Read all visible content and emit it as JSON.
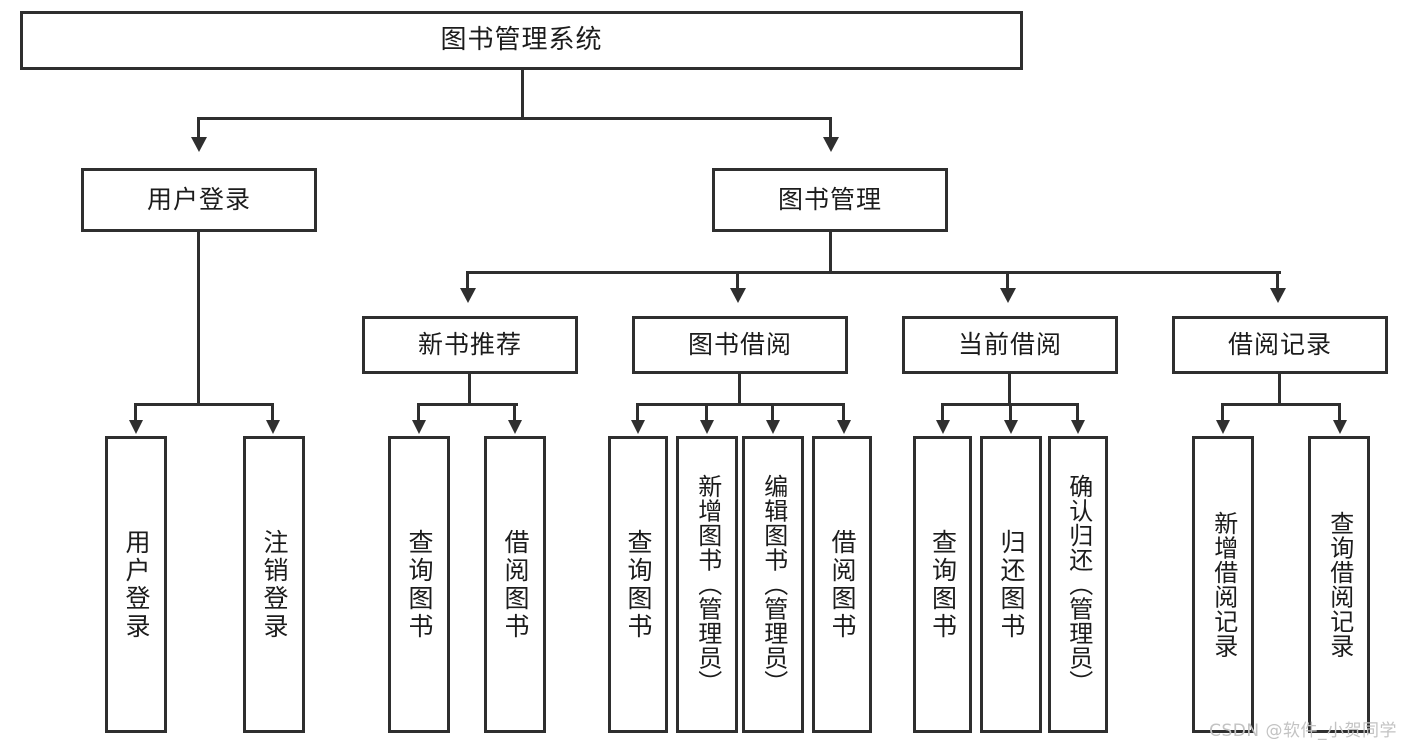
{
  "diagram": {
    "title": "图书管理系统",
    "type": "hierarchy-tree",
    "levels": 4,
    "nodes": {
      "root": "图书管理系统",
      "level2": [
        {
          "label": "用户登录"
        },
        {
          "label": "图书管理"
        }
      ],
      "level3": [
        {
          "label": "新书推荐"
        },
        {
          "label": "图书借阅"
        },
        {
          "label": "当前借阅"
        },
        {
          "label": "借阅记录"
        }
      ],
      "leaves": [
        {
          "label": "用户登录",
          "parent": "用户登录"
        },
        {
          "label": "注销登录",
          "parent": "用户登录"
        },
        {
          "label": "查询图书",
          "parent": "新书推荐"
        },
        {
          "label": "借阅图书",
          "parent": "新书推荐"
        },
        {
          "label": "查询图书",
          "parent": "图书借阅"
        },
        {
          "label": "新增图书（管理员）",
          "parent": "图书借阅"
        },
        {
          "label": "编辑图书（管理员）",
          "parent": "图书借阅"
        },
        {
          "label": "借阅图书",
          "parent": "图书借阅"
        },
        {
          "label": "查询图书",
          "parent": "当前借阅"
        },
        {
          "label": "归还图书",
          "parent": "当前借阅"
        },
        {
          "label": "确认归还（管理员）",
          "parent": "当前借阅"
        },
        {
          "label": "新增借阅记录",
          "parent": "借阅记录"
        },
        {
          "label": "查询借阅记录",
          "parent": "借阅记录"
        }
      ]
    },
    "colors": {
      "stroke": "#2f2f2f",
      "fill": "#ffffff",
      "text": "#1c1c1c",
      "watermark": "#c3c3c3"
    }
  },
  "watermark": "CSDN @软件_小贺同学"
}
